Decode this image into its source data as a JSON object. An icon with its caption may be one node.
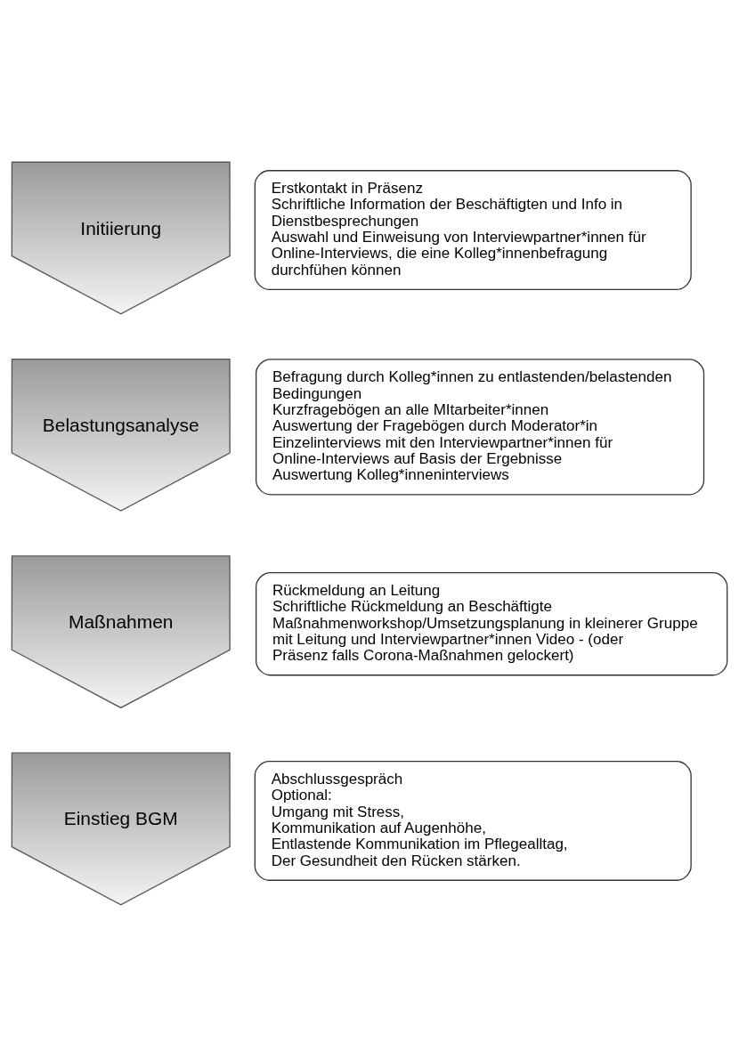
{
  "diagram": {
    "nodes": [
      {
        "text": [
          "Initiierung"
        ]
      },
      {
        "text": [
          "Erstkontakt in Präsenz",
          "Schriftliche Information der Beschäftigten und Info in Dienstbesprechungen",
          "Auswahl und Einweisung von Interviewpartner*innen für Online-Interviews, die eine Kolleg*innenbefragung durchfühen können"
        ]
      },
      {
        "text": [
          "Belastungsanalyse"
        ]
      },
      {
        "text": [
          "Befragung durch Kolleg*innen zu entlastenden/belastenden Bedingungen",
          "Kurzfragebögen an alle MItarbeiter*innen",
          "Auswertung der Fragebögen durch Moderator*in",
          "Einzelinterviews mit den Interviewpartner*innen für Online-Interviews auf Basis der Ergebnisse",
          "Auswertung Kolleg*inneninterviews"
        ]
      },
      {
        "text": [
          "Maßnahmen"
        ]
      },
      {
        "text": [
          "Rückmeldung an Leitung",
          "Schriftliche Rückmeldung an Beschäftigte",
          "Maßnahmenworkshop/Umsetzungsplanung in kleinerer Gruppe mit Leitung und Interviewpartner*innen Video - (oder Präsenz falls Corona-Maßnahmen gelockert)"
        ]
      },
      {
        "text": [
          "Einstieg BGM"
        ]
      },
      {
        "text": [
          "Abschlussgespräch",
          "Optional:",
          "Umgang mit Stress,",
          "Kommunikation auf Augenhöhe,",
          "Entlastende Kommunikation im Pflegealltag,",
          "Der Gesundheit den Rücken stärken."
        ]
      }
    ],
    "edges": []
  }
}
